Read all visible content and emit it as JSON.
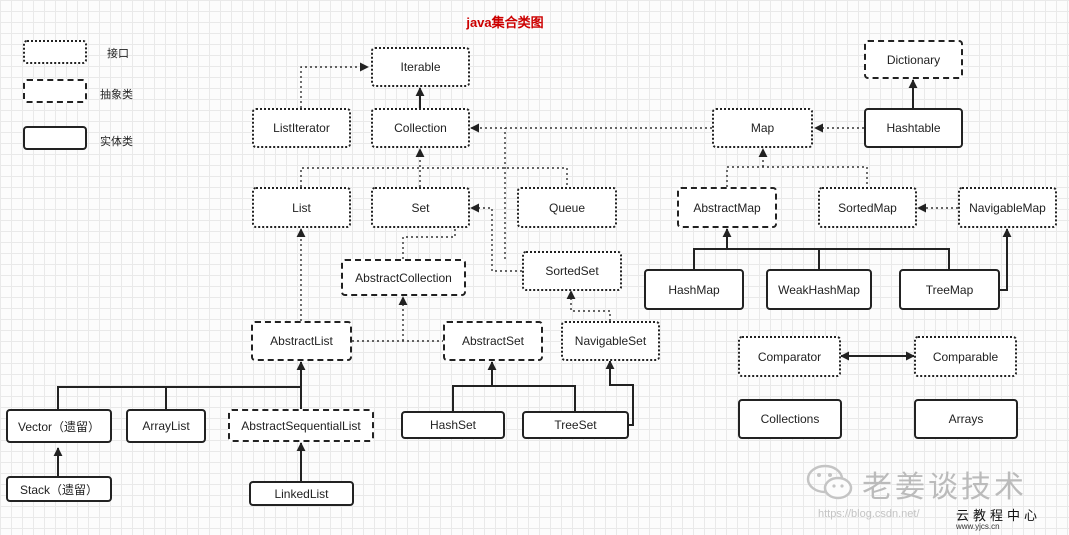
{
  "title": "java集合类图",
  "legend": {
    "interface": "接口",
    "abstract": "抽象类",
    "concrete": "实体类"
  },
  "nodes": {
    "iterable": "Iterable",
    "listiterator": "ListIterator",
    "collection": "Collection",
    "list": "List",
    "set": "Set",
    "queue": "Queue",
    "abstractcollection": "AbstractCollection",
    "sortedset": "SortedSet",
    "abstractlist": "AbstractList",
    "abstractset": "AbstractSet",
    "navigableset": "NavigableSet",
    "vector": "Vector（遗留）",
    "arraylist": "ArrayList",
    "abstractsequentiallist": "AbstractSequentialList",
    "hashset": "HashSet",
    "treeset": "TreeSet",
    "stack": "Stack（遗留）",
    "linkedlist": "LinkedList",
    "dictionary": "Dictionary",
    "map": "Map",
    "hashtable": "Hashtable",
    "abstractmap": "AbstractMap",
    "sortedmap": "SortedMap",
    "navigablemap": "NavigableMap",
    "hashmap": "HashMap",
    "weakhashmap": "WeakHashMap",
    "treemap": "TreeMap",
    "comparator": "Comparator",
    "comparable": "Comparable",
    "collections": "Collections",
    "arrays": "Arrays"
  },
  "watermark": {
    "brand": "老姜谈技术",
    "url": "https://blog.csdn.net/",
    "cn": "云教程中心",
    "url2": "www.yjcs.cn"
  }
}
